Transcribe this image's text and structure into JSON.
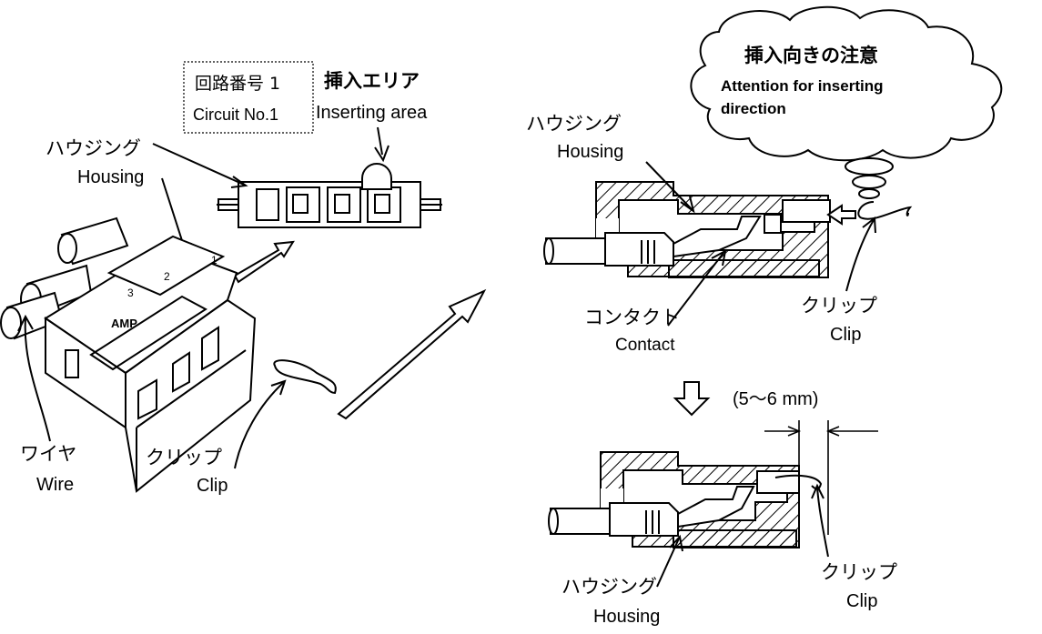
{
  "circuit_box": {
    "line1": "回路番号 1",
    "line2": "Circuit No.1"
  },
  "inserting_area": {
    "jp": "挿入エリア",
    "en": "Inserting area"
  },
  "left_housing": {
    "jp": "ハウジング",
    "en": "Housing"
  },
  "wire": {
    "jp": "ワイヤ",
    "en": "Wire"
  },
  "left_clip": {
    "jp": "クリップ",
    "en": "Clip"
  },
  "connector_marks": {
    "num1": "1",
    "num2": "2",
    "num3": "3",
    "brand": "AMP"
  },
  "top_housing": {
    "jp": "ハウジング",
    "en": "Housing"
  },
  "contact": {
    "jp": "コンタクト",
    "en": "Contact"
  },
  "top_clip": {
    "jp": "クリップ",
    "en": "Clip"
  },
  "attention_cloud": {
    "jp": "挿入向きの注意",
    "en1": "Attention for inserting",
    "en2": "direction"
  },
  "dimension": {
    "label": "(5～6  mm)"
  },
  "bottom_housing": {
    "jp": "ハウジング",
    "en": "Housing"
  },
  "bottom_clip": {
    "jp": "クリップ",
    "en": "Clip"
  }
}
